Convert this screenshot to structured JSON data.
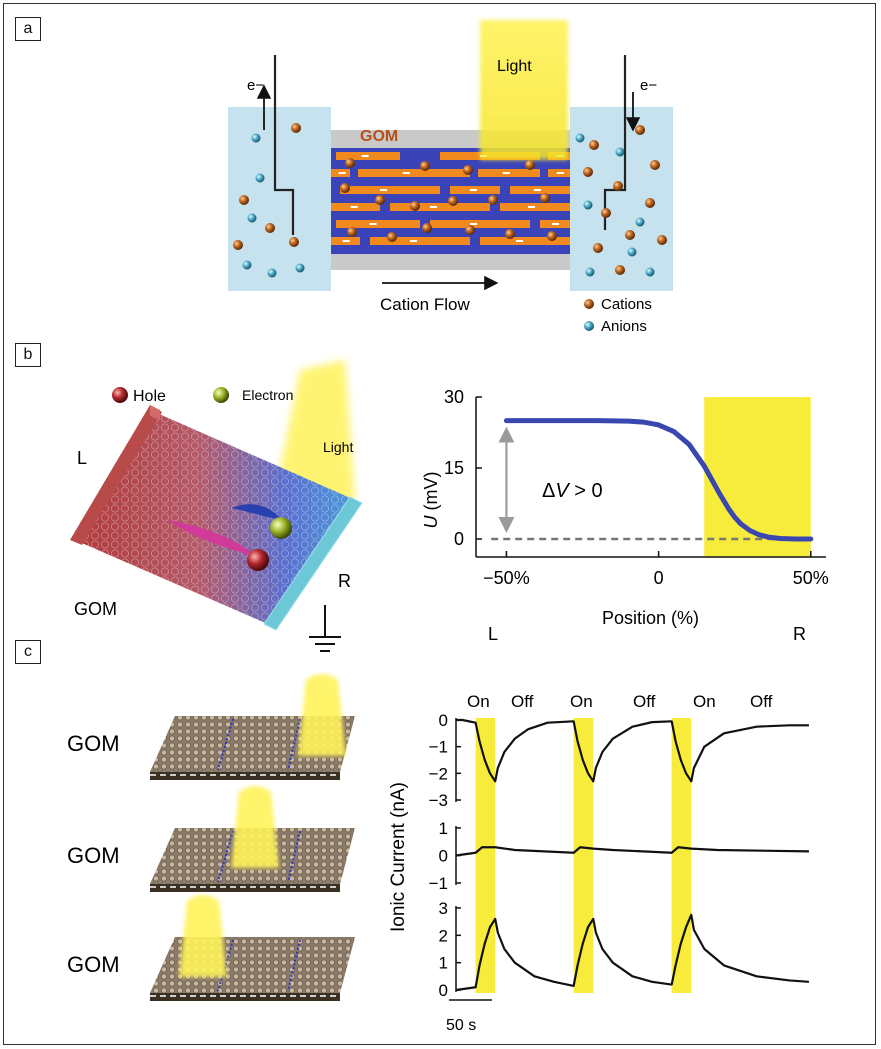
{
  "panel_a": {
    "label": "a",
    "electron_left": "e−",
    "electron_right": "e−",
    "light": "Light",
    "gom": "GOM",
    "cation_flow": "Cation Flow",
    "legend_cations": "Cations",
    "legend_anions": "Anions"
  },
  "panel_b": {
    "label": "b",
    "hole": "Hole",
    "electron": "Electron",
    "light": "Light",
    "left": "L",
    "right": "R",
    "gom": "GOM",
    "annotation_prefix": "Δ",
    "annotation_var": "V",
    "annotation_suffix": " > 0",
    "x_end_left": "L",
    "x_end_right": "R",
    "colors": {
      "curve": "#3b47b0",
      "light": "#f7ec3c",
      "arrow": "#9a9a9a"
    }
  },
  "panel_c": {
    "label": "c",
    "gom_labels": [
      "GOM",
      "GOM",
      "GOM"
    ],
    "on_off": [
      "On",
      "Off",
      "On",
      "Off",
      "On",
      "Off"
    ],
    "scalebar": "50 s",
    "ylabel": "Ionic Current (nA)"
  },
  "chart_data": [
    {
      "type": "line",
      "panel": "b",
      "xlabel": "Position (%)",
      "ylabel_var": "U",
      "ylabel_unit": " (mV)",
      "x_ticks": [
        -50,
        0,
        50
      ],
      "x_tick_labels": [
        "−50%",
        "0",
        "50%"
      ],
      "y_ticks": [
        0,
        15,
        30
      ],
      "xlim": [
        -60,
        55
      ],
      "ylim": [
        -3,
        30
      ],
      "illuminated_region": [
        15,
        50
      ],
      "series": [
        {
          "x": [
            -50,
            -40,
            -30,
            -20,
            -10,
            -5,
            0,
            5,
            10,
            15,
            17,
            20,
            23,
            25,
            27,
            30,
            33,
            36,
            40,
            45,
            50
          ],
          "y": [
            25,
            25,
            25,
            25,
            24.9,
            24.7,
            24.1,
            22.7,
            20,
            15.4,
            13.1,
            9.6,
            6.4,
            4.6,
            3.2,
            1.8,
            0.9,
            0.4,
            0.1,
            0,
            0
          ]
        }
      ],
      "baseline": 0,
      "grid": false
    },
    {
      "type": "line",
      "panel": "c",
      "xlabel": "",
      "ylabel": "Ionic Current (nA)",
      "xlim": [
        0,
        280
      ],
      "light_on_intervals": [
        [
          15,
          30
        ],
        [
          90,
          105
        ],
        [
          165,
          180
        ]
      ],
      "subplots": [
        {
          "ylim": [
            -3,
            0
          ],
          "y_ticks": [
            0,
            -1,
            -2,
            -3
          ],
          "x": [
            0,
            5,
            15,
            18,
            22,
            26,
            30,
            32,
            37,
            45,
            55,
            70,
            90,
            93,
            97,
            101,
            105,
            107,
            112,
            120,
            135,
            150,
            165,
            168,
            172,
            176,
            180,
            182,
            190,
            205,
            230,
            255,
            270
          ],
          "y": [
            0,
            0,
            -0.1,
            -0.8,
            -1.5,
            -2.0,
            -2.3,
            -1.8,
            -1.2,
            -0.7,
            -0.35,
            -0.1,
            -0.05,
            -0.8,
            -1.5,
            -2.0,
            -2.3,
            -1.8,
            -1.2,
            -0.7,
            -0.25,
            -0.08,
            -0.05,
            -0.8,
            -1.5,
            -2.0,
            -2.3,
            -1.8,
            -1.0,
            -0.5,
            -0.25,
            -0.2,
            -0.2
          ]
        },
        {
          "ylim": [
            -1,
            1
          ],
          "y_ticks": [
            1,
            0,
            -1
          ],
          "x": [
            0,
            15,
            20,
            30,
            45,
            90,
            95,
            105,
            120,
            165,
            170,
            180,
            200,
            270
          ],
          "y": [
            0,
            0.1,
            0.3,
            0.3,
            0.2,
            0.1,
            0.3,
            0.25,
            0.2,
            0.1,
            0.3,
            0.25,
            0.2,
            0.15
          ]
        },
        {
          "ylim": [
            0,
            3
          ],
          "y_ticks": [
            3,
            2,
            1,
            0
          ],
          "x": [
            0,
            15,
            18,
            22,
            26,
            30,
            32,
            37,
            45,
            60,
            75,
            90,
            93,
            97,
            101,
            105,
            107,
            112,
            120,
            135,
            150,
            165,
            168,
            172,
            176,
            180,
            182,
            190,
            205,
            230,
            255,
            270
          ],
          "y": [
            0,
            0.1,
            0.9,
            1.7,
            2.3,
            2.6,
            2.1,
            1.5,
            1.0,
            0.5,
            0.3,
            0.15,
            0.9,
            1.7,
            2.3,
            2.6,
            2.1,
            1.5,
            1.0,
            0.5,
            0.3,
            0.2,
            0.9,
            1.7,
            2.3,
            2.75,
            2.2,
            1.5,
            0.9,
            0.5,
            0.35,
            0.3
          ]
        }
      ]
    }
  ]
}
